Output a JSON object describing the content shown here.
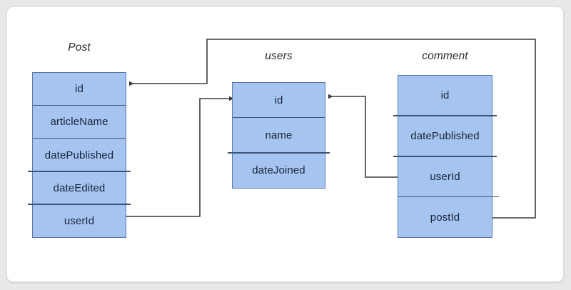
{
  "diagram": {
    "type": "entity-relationship-diagram",
    "canvas_background": "#ffffff",
    "page_background": "#e8e8e8",
    "entity_fill": "#a6c4f0",
    "entity_border": "#5b76a8",
    "connector_color": "#3c3c3c",
    "entities": [
      {
        "id": "post",
        "title": "Post",
        "fields": [
          {
            "name": "id"
          },
          {
            "name": "articleName"
          },
          {
            "name": "datePublished"
          },
          {
            "name": "dateEdited"
          },
          {
            "name": "userId"
          }
        ]
      },
      {
        "id": "users",
        "title": "users",
        "fields": [
          {
            "name": "id"
          },
          {
            "name": "name"
          },
          {
            "name": "dateJoined"
          }
        ]
      },
      {
        "id": "comment",
        "title": "comment",
        "fields": [
          {
            "name": "id"
          },
          {
            "name": "datePublished"
          },
          {
            "name": "userId"
          },
          {
            "name": "postId"
          }
        ]
      }
    ],
    "relationships": [
      {
        "id": "post-userid-to-users-id",
        "from": "Post.userId",
        "to": "users.id",
        "arrow_at": "users.id"
      },
      {
        "id": "comment-userid-to-users-id",
        "from": "comment.userId",
        "to": "users.id",
        "arrow_at": "users.id"
      },
      {
        "id": "comment-postid-to-post-id",
        "from": "comment.postId",
        "to": "Post.id",
        "arrow_at": "Post.id"
      }
    ]
  }
}
